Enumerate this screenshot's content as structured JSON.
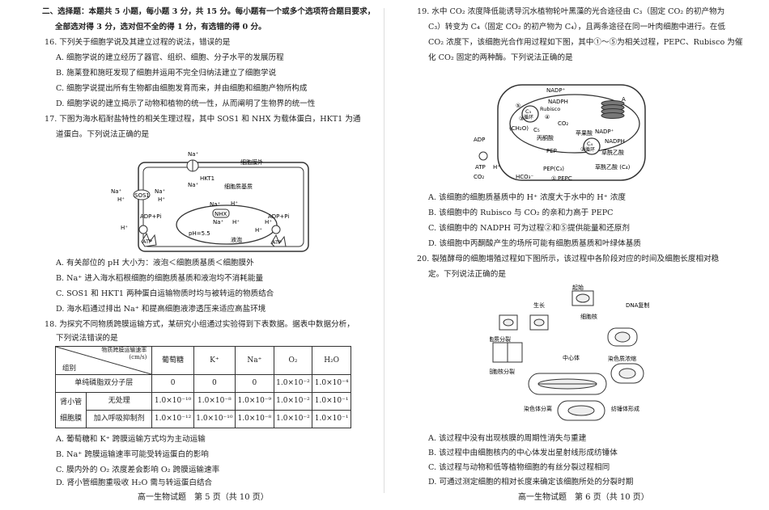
{
  "left": {
    "section_title": "二、选择题：本题共 5 小题，每小题 3 分，共 15 分。每小题有一个或多个选项符合题目要求，",
    "section_title_2": "全部选对得 3 分，选对但不全的得 1 分，有选错的得 0 分。",
    "q16": {
      "stem": "16. 下列关于细胞学说及其建立过程的说法，错误的是",
      "options": [
        "A. 细胞学说的建立经历了器官、组织、细胞、分子水平的发展历程",
        "B. 施莱登和施旺发现了细胞并运用不完全归纳法建立了细胞学说",
        "C. 细胞学说提出所有生物都由细胞发育而来，并由细胞和细胞产物所构成",
        "D. 细胞学说的建立揭示了动物和植物的统一性，从而阐明了生物界的统一性"
      ]
    },
    "q17": {
      "stem": "17. 下图为海水稻耐盐特性的相关生理过程，其中 SOS1 和 NHX 为载体蛋白，HKT1 为通",
      "stem_2": "道蛋白。下列说法正确的是",
      "diagram": {
        "cell_membrane_outside": "细胞膜外",
        "cytoplasm": "细胞质基质",
        "vacuole": "液泡",
        "hkt1": "HKT1",
        "sos1": "SOS1",
        "nhx": "NHX",
        "na": "Na⁺",
        "h": "H⁺",
        "adp_pi": "ADP+Pi",
        "atp": "ATP",
        "ph": "pH=5.5"
      },
      "options": [
        "A. 有关部位的 pH 大小为：液泡＜细胞质基质＜细胞膜外",
        "B. Na⁺ 进入海水稻根细胞的细胞质基质和液泡均不消耗能量",
        "C. SOS1 和 HKT1 两种蛋白运输物质时均与被转运的物质结合",
        "D. 海水稻通过排出 Na⁺ 和提高细胞液渗透压来适应高盐环境"
      ]
    },
    "q18": {
      "stem": "18. 为探究不同物质跨膜运输方式，某研究小组通过实验得到下表数据。据表中数据分析，",
      "stem_2": "下列说法错误的是",
      "table": {
        "corner_top": "物质跨膜运输速率",
        "corner_unit": "(cm/s)",
        "corner_bottom": "组别",
        "headers": [
          "葡萄糖",
          "K⁺",
          "Na⁺",
          "O₂",
          "H₂O"
        ],
        "row1_label": "单纯磷脂双分子层",
        "row1": [
          "0",
          "0",
          "0",
          "1.0×10⁻²",
          "1.0×10⁻⁴"
        ],
        "group_label": [
          "肾小管",
          "细胞膜"
        ],
        "row2_label": "无处理",
        "row2": [
          "1.0×10⁻¹⁰",
          "1.0×10⁻⁸",
          "1.0×10⁻⁹",
          "1.0×10⁻²",
          "1.0×10⁻¹"
        ],
        "row3_label": "加入呼吸抑制剂",
        "row3": [
          "1.0×10⁻¹²",
          "1.0×10⁻¹⁰",
          "1.0×10⁻⁸",
          "1.0×10⁻²",
          "1.0×10⁻¹"
        ]
      },
      "options": [
        "A. 葡萄糖和 K⁺ 跨膜运输方式均为主动运输",
        "B. Na⁺ 跨膜运输速率可能受转运蛋白的影响",
        "C. 膜内外的 O₂ 浓度差会影响 O₂ 跨膜运输速率",
        "D. 肾小管细胞重吸收 H₂O 需与转运蛋白结合"
      ]
    },
    "footer": "高一生物试题　第 5 页（共 10 页）"
  },
  "right": {
    "q19": {
      "lines": [
        "19. 水中 CO₂ 浓度降低能诱导沉水植物轮叶黑藻的光合途径由 C₃（固定 CO₂ 的初产物为",
        "C₃）转变为 C₄（固定 CO₂ 的初产物为 C₄），且两条途径在同一叶肉细胞中进行。在低",
        "CO₂ 浓度下，该细胞光合作用过程如下图，其中①～⑤为相关过程，PEPC、Rubisco 为催",
        "化 CO₂ 固定的两种酶。下列说法正确的是"
      ],
      "diagram": {
        "nadp_top": "NADP⁺",
        "nadph_top": "NADPH",
        "c3_cycle": "C₃",
        "cycle": "循环",
        "rubisco": "Rubisco",
        "co2": "CO₂",
        "ch2o": "(CH₂O)",
        "c5": "C₅",
        "c4_cycle": "C₄",
        "pyruvate": "丙酮酸",
        "malate": "苹果酸",
        "nadp_mid": "NADP⁺",
        "nadph_mid": "NADPH",
        "oxaloacetate": "草酰乙酸",
        "oxaloacetate_c4": "草酰乙酸 (C₄)",
        "adp": "ADP",
        "atp": "ATP",
        "h": "H⁺",
        "pep": "PEP",
        "pep_c3": "PEP(C₃)",
        "pepc": "PEPC",
        "hco3": "HCO₃⁻",
        "co2_out": "CO₂",
        "a": "A",
        "n1": "①",
        "n2": "②",
        "n3": "③",
        "n4": "④",
        "n5": "⑤"
      },
      "options": [
        "A. 该细胞的细胞质基质中的 H⁺ 浓度大于水中的 H⁺ 浓度",
        "B. 该细胞中的 Rubisco 与 CO₂ 的亲和力高于 PEPC",
        "C. 该细胞中的 NADPH 可为过程②和⑤提供能量和还原剂",
        "D. 该细胞中丙酮酸产生的场所可能有细胞质基质和叶绿体基质"
      ]
    },
    "q20": {
      "stem": "20. 裂殖酵母的细胞增殖过程如下图所示，该过程中各阶段对应的时间及细胞长度相对稳",
      "stem_2": "定。下列说法正确的是",
      "diagram": {
        "start": "起始",
        "growth": "生长",
        "nucleus": "细胞核",
        "dna_rep": "DNA复制",
        "cytokinesis": "胞质分裂",
        "centrosome": "中心体",
        "nuclear_div": "细胞核分裂",
        "chrom_cond": "染色质浓缩",
        "chrom_sep": "染色体分离",
        "spindle": "纺锤体形成"
      },
      "options": [
        "A. 该过程中没有出现核膜的周期性消失与重建",
        "B. 该过程中由细胞核内的中心体发出星射线形成纺锤体",
        "C. 该过程与动物和低等植物细胞的有丝分裂过程相同",
        "D. 可通过测定细胞的相对长度来确定该细胞所处的分裂时期"
      ]
    },
    "footer": "高一生物试题　第 6 页（共 10 页）"
  }
}
